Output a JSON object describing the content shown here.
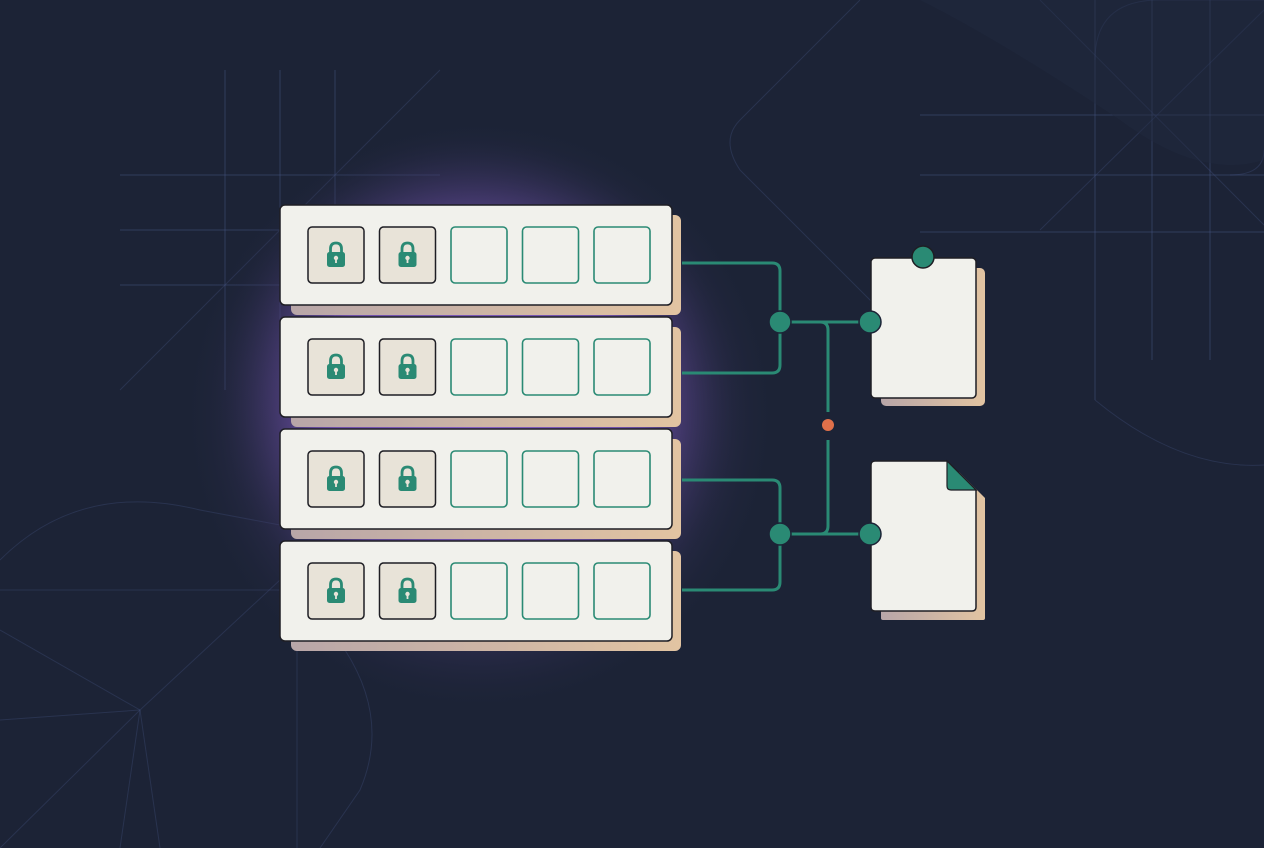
{
  "colors": {
    "background": "#1c2336",
    "glow": "#8a64c8",
    "card_fill": "#f1f1ec",
    "card_outline": "#1e1e24",
    "card_shadow": "#d8bda0",
    "slot_locked_fill": "#e8e3d8",
    "slot_open_stroke": "#2a8a74",
    "accent_green": "#2a8a74",
    "lock_green": "#2a8a74",
    "node_fill": "#2a8a74",
    "junction_dot": "#e0704a",
    "grid_line": "#4a5a8c"
  },
  "diagram": {
    "storage_rows": [
      {
        "slots": [
          "locked",
          "locked",
          "open",
          "open",
          "open"
        ]
      },
      {
        "slots": [
          "locked",
          "locked",
          "open",
          "open",
          "open"
        ]
      },
      {
        "slots": [
          "locked",
          "locked",
          "open",
          "open",
          "open"
        ]
      },
      {
        "slots": [
          "locked",
          "locked",
          "open",
          "open",
          "open"
        ]
      }
    ],
    "connected_items": [
      {
        "icon": "clipboard-icon"
      },
      {
        "icon": "document-icon"
      }
    ],
    "slot_icon": "lock-icon"
  }
}
